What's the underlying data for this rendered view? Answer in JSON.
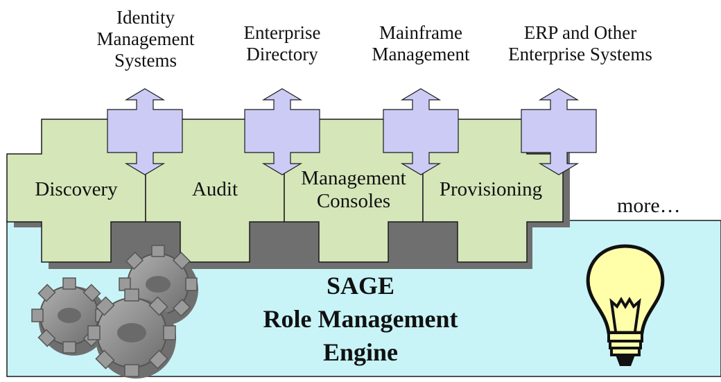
{
  "colors": {
    "engine_fill": "#c8f4f8",
    "module_fill": "#d5e6b9",
    "arrow_fill": "#cccbf5",
    "shadow": "#6f6f6f",
    "outline": "#1a1a1a",
    "gear": "#8d8d8d",
    "bulb": "#ffffaa"
  },
  "systems": [
    {
      "label": "Identity\nManagement\nSystems"
    },
    {
      "label": "Enterprise\nDirectory"
    },
    {
      "label": "Mainframe\nManagement"
    },
    {
      "label": "ERP and Other\nEnterprise Systems"
    }
  ],
  "modules": [
    {
      "label": "Discovery"
    },
    {
      "label": "Audit"
    },
    {
      "label": "Management\nConsoles"
    },
    {
      "label": "Provisioning"
    }
  ],
  "more_label": "more…",
  "engine": {
    "line1": "SAGE",
    "line2": "Role Management",
    "line3": "Engine"
  },
  "icons": {
    "gears": "gears-icon",
    "bulb": "lightbulb-icon"
  }
}
